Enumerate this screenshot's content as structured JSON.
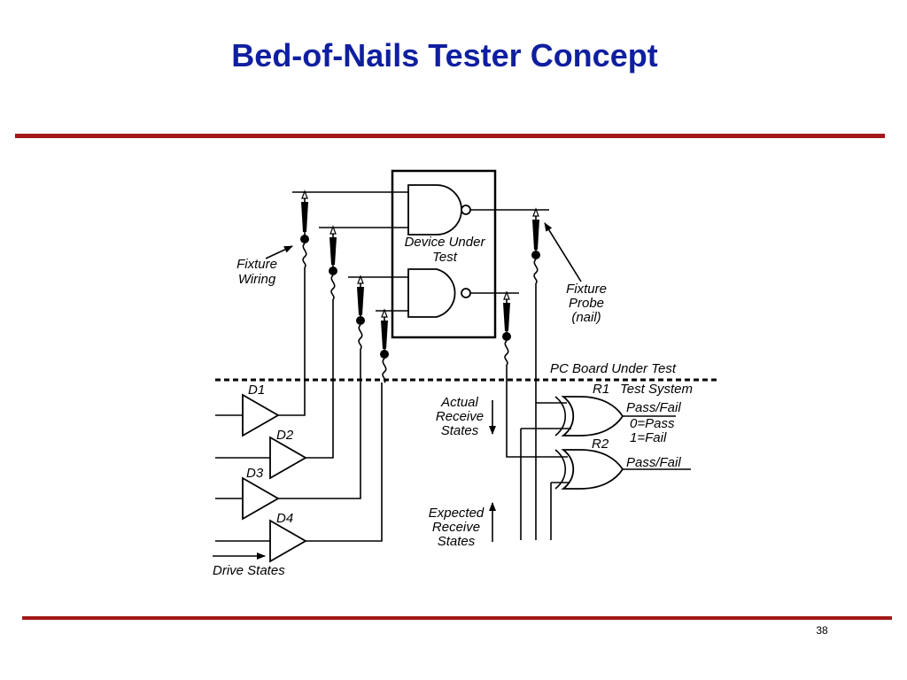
{
  "slide": {
    "title": "Bed-of-Nails Tester Concept",
    "page_number": "38"
  },
  "diagram": {
    "labels": {
      "fixture_wiring": [
        "Fixture",
        "Wiring"
      ],
      "device_under_test": [
        "Device Under",
        "Test"
      ],
      "fixture_probe": [
        "Fixture",
        "Probe",
        "(nail)"
      ],
      "pc_board": "PC Board Under Test",
      "test_system": "Test System",
      "actual_receive": [
        "Actual",
        "Receive",
        "States"
      ],
      "expected_receive": [
        "Expected",
        "Receive",
        "States"
      ],
      "drive_states": "Drive States",
      "pass_fail_1": "Pass/Fail",
      "pass_fail_2": "Pass/Fail",
      "pass_value": "0=Pass",
      "fail_value": "1=Fail"
    },
    "drivers": [
      "D1",
      "D2",
      "D3",
      "D4"
    ],
    "receivers": [
      "R1",
      "R2"
    ]
  }
}
